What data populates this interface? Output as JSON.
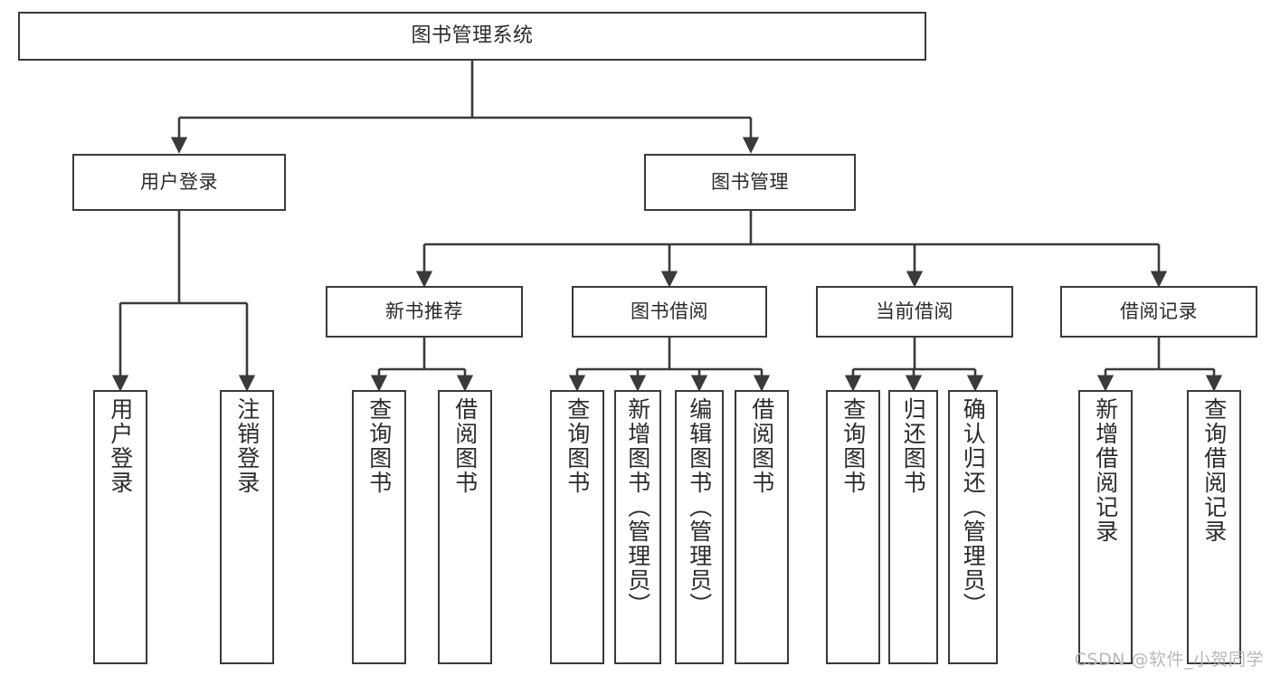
{
  "diagram": {
    "type": "tree-hierarchy-diagram",
    "title": "图书管理系统",
    "watermark": "CSDN @软件_小贺同学",
    "colors": {
      "box_border": "#3a3a3a",
      "box_fill": "#ffffff",
      "line": "#3a3a3a",
      "text": "#2b2b2b",
      "watermark": "#b9b9b9"
    },
    "levels": {
      "root": {
        "label": "图书管理系统"
      },
      "level2": [
        {
          "label": "用户登录"
        },
        {
          "label": "图书管理"
        }
      ],
      "level3": [
        {
          "label": "新书推荐"
        },
        {
          "label": "图书借阅"
        },
        {
          "label": "当前借阅"
        },
        {
          "label": "借阅记录"
        }
      ],
      "leaves": {
        "user_login": [
          {
            "label": "用户登录"
          },
          {
            "label": "注销登录"
          }
        ],
        "new_book_rec": [
          {
            "label": "查询图书"
          },
          {
            "label": "借阅图书"
          }
        ],
        "book_borrow": [
          {
            "label": "查询图书"
          },
          {
            "label": "新增图书（管理员）"
          },
          {
            "label": "编辑图书（管理员）"
          },
          {
            "label": "借阅图书"
          }
        ],
        "current_borrow": [
          {
            "label": "查询图书"
          },
          {
            "label": "归还图书"
          },
          {
            "label": "确认归还（管理员）"
          }
        ],
        "borrow_record": [
          {
            "label": "新增借阅记录"
          },
          {
            "label": "查询借阅记录"
          }
        ]
      }
    }
  }
}
